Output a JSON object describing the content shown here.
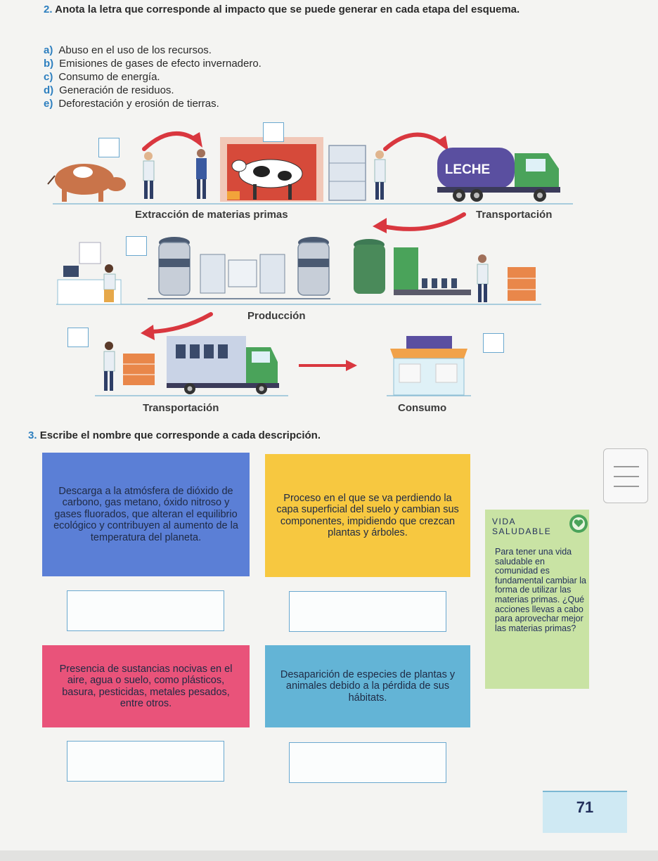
{
  "q2": {
    "number": "2.",
    "title": "Anota la letra que corresponde al impacto que se puede generar en cada etapa del esquema.",
    "options": [
      {
        "letter": "a)",
        "text": "Abuso en el uso de los recursos."
      },
      {
        "letter": "b)",
        "text": "Emisiones de gases de efecto invernadero."
      },
      {
        "letter": "c)",
        "text": "Consumo de energía."
      },
      {
        "letter": "d)",
        "text": "Generación de residuos."
      },
      {
        "letter": "e)",
        "text": "Deforestación y erosión de tierras."
      }
    ],
    "stages": {
      "extraction": "Extracción de materias primas",
      "transport1": "Transportación",
      "production": "Producción",
      "transport2": "Transportación",
      "consumption": "Consumo"
    },
    "truck_label": "LECHE"
  },
  "q3": {
    "number": "3.",
    "title": "Escribe el nombre que corresponde a cada descripción.",
    "cards": [
      "Descarga a la atmósfera de dióxido de carbono, gas metano, óxido nitroso y gases fluorados, que alteran el equilibrio ecológico y contribuyen al aumento de la temperatura del planeta.",
      "Proceso en el que se va perdiendo la capa superficial del suelo y cambian sus componentes, impidiendo que crezcan plantas y árboles.",
      "Presencia de sustancias nocivas en el aire, agua o suelo, como plásticos, basura, pesticidas, metales pesados, entre otros.",
      "Desaparición de especies de plantas y animales debido a la pérdida de sus hábitats."
    ]
  },
  "sidebar": {
    "title_line1": "VIDA",
    "title_line2": "SALUDABLE",
    "text": "Para tener una vida saludable en comunidad es fundamental cambiar la forma de utilizar las materias primas. ¿Qué acciones llevas a cabo para aprovechar mejor las materias primas?"
  },
  "page_number": "71",
  "colors": {
    "accent": "#2d7fbf",
    "card_blue": "#5b7fd6",
    "card_yellow": "#f7c840",
    "card_pink": "#e9537a",
    "card_teal": "#63b4d6",
    "arrow_red": "#d9373f",
    "truck_purple": "#5a4fa0",
    "truck_green": "#4aa35a"
  }
}
